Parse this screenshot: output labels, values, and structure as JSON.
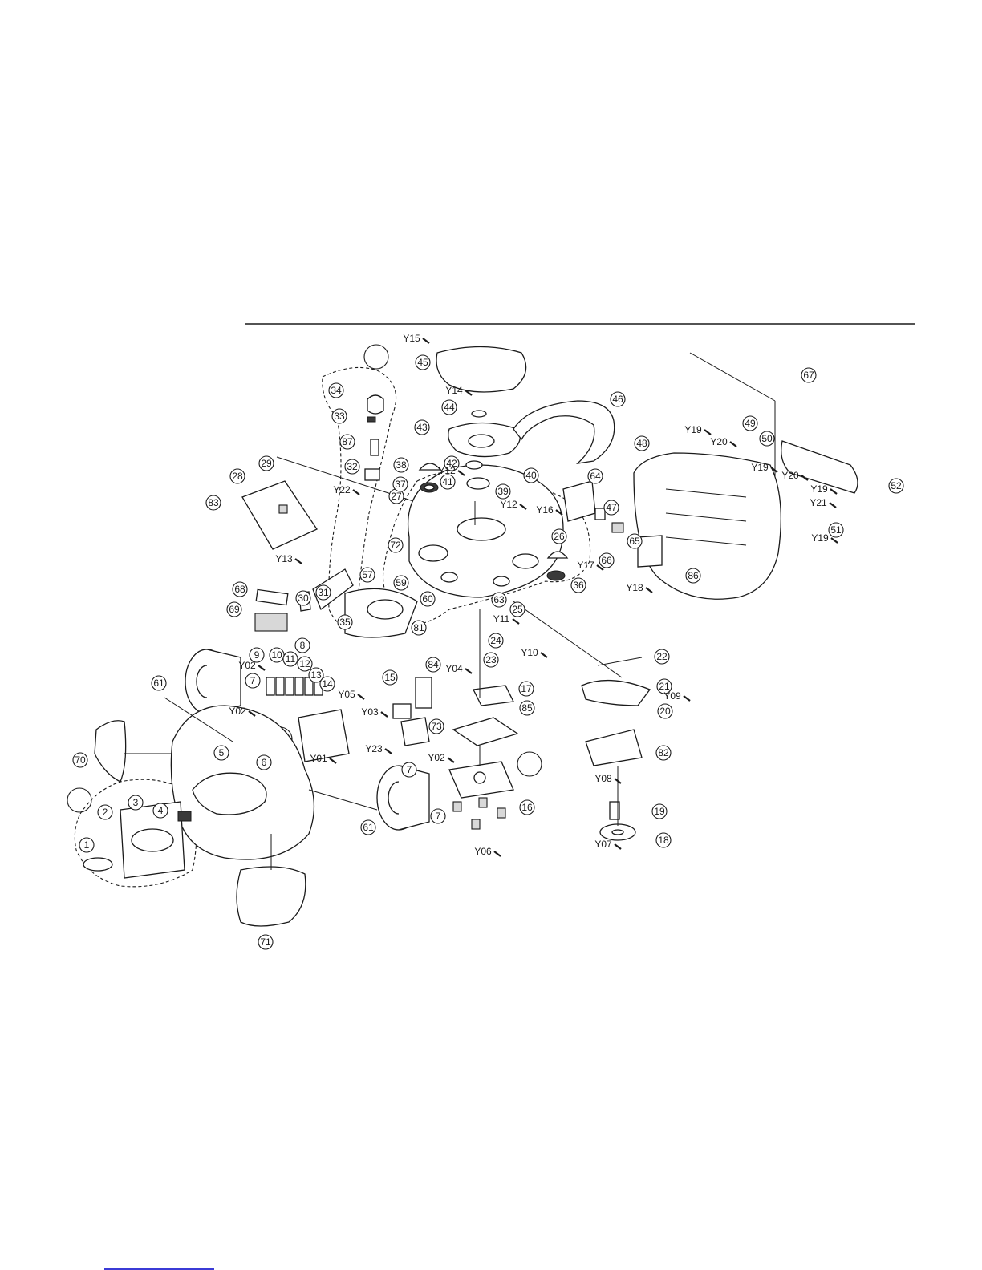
{
  "diagram": {
    "callouts": [
      "1",
      "2",
      "3",
      "4",
      "5",
      "6",
      "7",
      "8",
      "9",
      "10",
      "11",
      "12",
      "13",
      "14",
      "15",
      "16",
      "17",
      "18",
      "19",
      "20",
      "21",
      "22",
      "23",
      "24",
      "25",
      "26",
      "27",
      "28",
      "29",
      "30",
      "31",
      "32",
      "33",
      "34",
      "35",
      "36",
      "37",
      "38",
      "39",
      "40",
      "41",
      "42",
      "43",
      "44",
      "45",
      "46",
      "47",
      "48",
      "49",
      "50",
      "51",
      "52",
      "57",
      "59",
      "60",
      "61",
      "63",
      "64",
      "65",
      "66",
      "67",
      "68",
      "69",
      "70",
      "71",
      "72",
      "73",
      "81",
      "82",
      "83",
      "84",
      "85",
      "86",
      "87"
    ],
    "fastener_labels": [
      "Y01",
      "Y02",
      "Y03",
      "Y04",
      "Y05",
      "Y06",
      "Y07",
      "Y08",
      "Y09",
      "Y10",
      "Y11",
      "Y12",
      "Y13",
      "Y14",
      "Y15",
      "Y16",
      "Y17",
      "Y18",
      "Y19",
      "Y20",
      "Y21",
      "Y22",
      "Y23"
    ]
  },
  "colors": {
    "line": "#1a1a1a",
    "footer_link": "#3b3bd6",
    "background": "#ffffff"
  }
}
